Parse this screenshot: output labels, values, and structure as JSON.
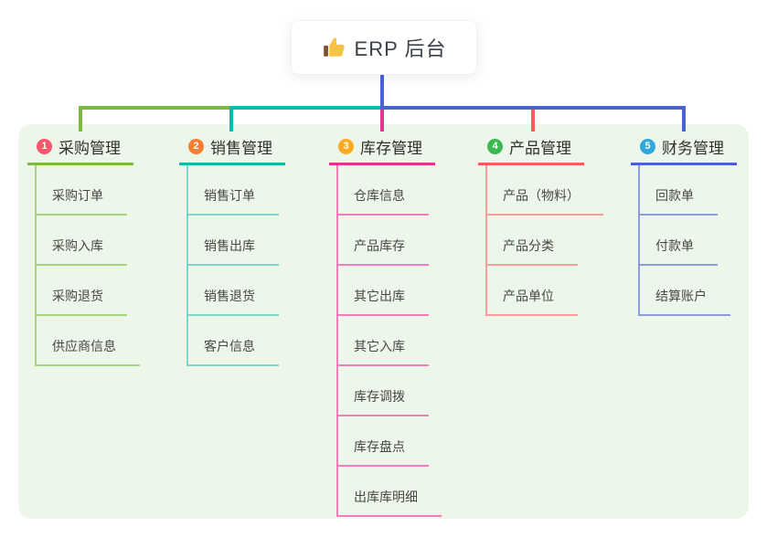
{
  "root": {
    "label": "ERP 后台",
    "icon": "thumbs-up-icon"
  },
  "colors": {
    "canvas_bg": "#edf7e9",
    "trunk": "#4961d2",
    "root_text": "#3b4148",
    "node_text": "#474747"
  },
  "branches": [
    {
      "num": "1",
      "label": "采购管理",
      "badge_color": "#f8566b",
      "line_color": "#7cba3f",
      "child_line_color": "#a9d47e",
      "children": [
        "采购订单",
        "采购入库",
        "采购退货",
        "供应商信息"
      ]
    },
    {
      "num": "2",
      "label": "销售管理",
      "badge_color": "#f77e33",
      "line_color": "#0bbba7",
      "child_line_color": "#7fd6cb",
      "children": [
        "销售订单",
        "销售出库",
        "销售退货",
        "客户信息"
      ]
    },
    {
      "num": "3",
      "label": "库存管理",
      "badge_color": "#fbab1d",
      "line_color": "#e5348f",
      "child_line_color": "#f07cba",
      "children": [
        "仓库信息",
        "产品库存",
        "其它出库",
        "其它入库",
        "库存调拨",
        "库存盘点",
        "出库库明细"
      ]
    },
    {
      "num": "4",
      "label": "产品管理",
      "badge_color": "#3bb854",
      "line_color": "#f75b5b",
      "child_line_color": "#fa9b9e",
      "children": [
        "产品（物料）",
        "产品分类",
        "产品单位"
      ]
    },
    {
      "num": "5",
      "label": "财务管理",
      "badge_color": "#2fa8df",
      "line_color": "#4961d2",
      "child_line_color": "#8d9cdb",
      "children": [
        "回款单",
        "付款单",
        "结算账户"
      ]
    }
  ]
}
